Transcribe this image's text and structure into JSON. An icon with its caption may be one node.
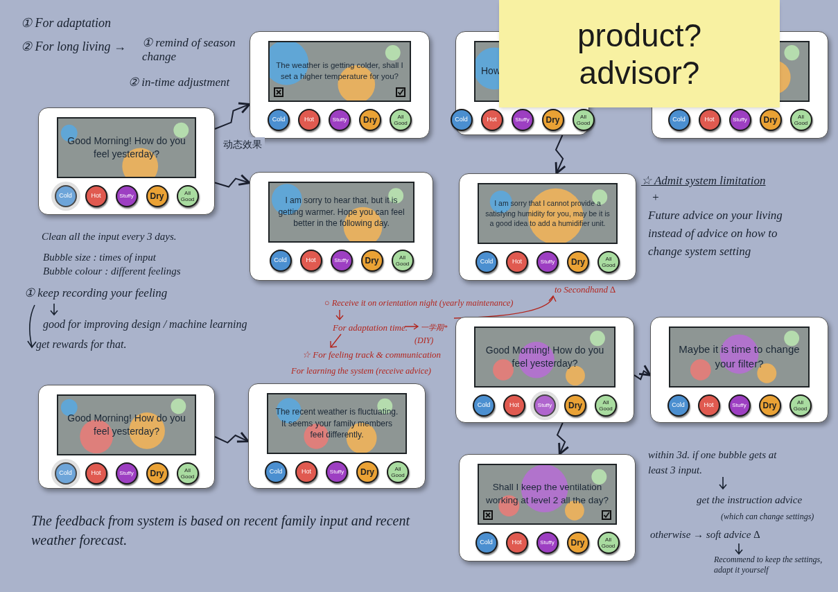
{
  "diagram": {
    "nodes": [
      {
        "text": [
          "product? advisor?"
        ]
      },
      {
        "text": [
          "The weather is getting colder, shall I set a higher temperature for you?"
        ]
      },
      {
        "text": [
          "Cold"
        ],
        "in": 1
      },
      {
        "text": [
          "Hot"
        ],
        "in": 1
      },
      {
        "text": [
          "Stuffy"
        ],
        "in": 1
      },
      {
        "text": [
          "Dry"
        ],
        "in": 1
      },
      {
        "text": [
          "All Good"
        ],
        "in": 1
      },
      {
        "text": [
          "How"
        ]
      },
      {
        "text": [
          "Cold"
        ],
        "in": 7
      },
      {
        "text": [
          "Hot"
        ],
        "in": 7
      },
      {
        "text": [
          "Stuffy"
        ],
        "in": 7
      },
      {
        "text": [
          "Dry"
        ],
        "in": 7
      },
      {
        "text": [
          "All Good"
        ],
        "in": 7
      },
      {
        "text": [],
        "shape": "box"
      },
      {
        "text": [
          "Cold"
        ],
        "in": 13
      },
      {
        "text": [
          "Hot"
        ],
        "in": 13
      },
      {
        "text": [
          "Stuffy"
        ],
        "in": 13
      },
      {
        "text": [
          "Dry"
        ],
        "in": 13
      },
      {
        "text": [
          "All Good"
        ],
        "in": 13
      },
      {
        "text": [
          "Good Morning! How do you feel yesterday?"
        ]
      },
      {
        "text": [
          "Cold"
        ],
        "in": 19
      },
      {
        "text": [
          "Hot"
        ],
        "in": 19
      },
      {
        "text": [
          "Stuffy"
        ],
        "in": 19
      },
      {
        "text": [
          "Dry"
        ],
        "in": 19
      },
      {
        "text": [
          "All Good"
        ],
        "in": 19
      },
      {
        "text": [
          "I am sorry to hear that, but it is getting warmer. Hope you can feel better in the following day."
        ]
      },
      {
        "text": [
          "Cold"
        ],
        "in": 25
      },
      {
        "text": [
          "Hot"
        ],
        "in": 25
      },
      {
        "text": [
          "Stuffy"
        ],
        "in": 25
      },
      {
        "text": [
          "Dry"
        ],
        "in": 25
      },
      {
        "text": [
          "All Good"
        ],
        "in": 25
      },
      {
        "text": [
          "I am sorry that I cannot provide a satisfying humidity for you, may be it is a good idea to add a humidifier unit."
        ]
      },
      {
        "text": [
          "Cold"
        ],
        "in": 31
      },
      {
        "text": [
          "Hot"
        ],
        "in": 31
      },
      {
        "text": [
          "Stuffy"
        ],
        "in": 31
      },
      {
        "text": [
          "Dry"
        ],
        "in": 31
      },
      {
        "text": [
          "All Good"
        ],
        "in": 31
      },
      {
        "text": [
          "Good Morning! How do you feel yesterday?"
        ]
      },
      {
        "text": [
          "Cold"
        ],
        "in": 37
      },
      {
        "text": [
          "Hot"
        ],
        "in": 37
      },
      {
        "text": [
          "Stuffy"
        ],
        "in": 37
      },
      {
        "text": [
          "Dry"
        ],
        "in": 37
      },
      {
        "text": [
          "All Good"
        ],
        "in": 37
      },
      {
        "text": [
          "Maybe it is time to change your filter?"
        ]
      },
      {
        "text": [
          "Cold"
        ],
        "in": 43
      },
      {
        "text": [
          "Hot"
        ],
        "in": 43
      },
      {
        "text": [
          "Stuffy"
        ],
        "in": 43
      },
      {
        "text": [
          "Dry"
        ],
        "in": 43
      },
      {
        "text": [
          "All Good"
        ],
        "in": 43
      },
      {
        "text": [
          "Good Morning! How do you feel yesterday?"
        ]
      },
      {
        "text": [
          "Cold"
        ],
        "in": 49
      },
      {
        "text": [
          "Hot"
        ],
        "in": 49
      },
      {
        "text": [
          "Stuffy"
        ],
        "in": 49
      },
      {
        "text": [
          "Dry"
        ],
        "in": 49
      },
      {
        "text": [
          "All Good"
        ],
        "in": 49
      },
      {
        "text": [
          "The recent weather is fluctuating. It seems your family members feel differently."
        ]
      },
      {
        "text": [
          "Cold"
        ],
        "in": 55
      },
      {
        "text": [
          "Hot"
        ],
        "in": 55
      },
      {
        "text": [
          "Stuffy"
        ],
        "in": 55
      },
      {
        "text": [
          "Dry"
        ],
        "in": 55
      },
      {
        "text": [
          "All Good"
        ],
        "in": 55
      },
      {
        "text": [
          "Shall I keep the ventilation working at level 2 all the day?"
        ]
      },
      {
        "text": [
          "Cold"
        ],
        "in": 61
      },
      {
        "text": [
          "Hot"
        ],
        "in": 61
      },
      {
        "text": [
          "Stuffy"
        ],
        "in": 61
      },
      {
        "text": [
          "Dry"
        ],
        "in": 61
      },
      {
        "text": [
          "All Good"
        ],
        "in": 61
      }
    ],
    "edges": [
      {
        "from": 19,
        "to": 1,
        "arrow": "to",
        "label": "动态效果"
      },
      {
        "from": 19,
        "to": 25,
        "arrow": "to"
      },
      {
        "from": 7,
        "to": 31,
        "arrow": "to"
      },
      {
        "from": 49,
        "to": 55,
        "arrow": "to"
      },
      {
        "from": 37,
        "to": 43,
        "arrow": "to"
      },
      {
        "from": 37,
        "to": 61,
        "arrow": "to"
      }
    ],
    "labels": [
      "① For adaptation",
      "② For long living →",
      "① remind of season change",
      "② in-time adjustment",
      "Clean all the input every 3 days.",
      "Bubble size : times of input",
      "Bubble colour : different feelings",
      "① keep recording your feeling",
      "good for improving design / machine learning",
      "get rewards for that.",
      "○ Receive it on orientation night (yearly maintenance)",
      "For adaptation time.",
      "一学期*",
      "(DIY)",
      "to Secondhand ∆",
      "☆ For feeling track & communication",
      "For learning the system (receive advice)",
      "The feedback from system is based on recent family input and recent weather forecast.",
      "☆ Admit system limitation",
      "+",
      "Future advice on your living instead of advice on how to change system setting",
      "within 3d. if one bubble gets at least 3 input.",
      "get the instruction advice",
      "(which can change settings)",
      "otherwise → soft advice ∆",
      "Recommend to keep the settings, adapt it yourself"
    ]
  }
}
